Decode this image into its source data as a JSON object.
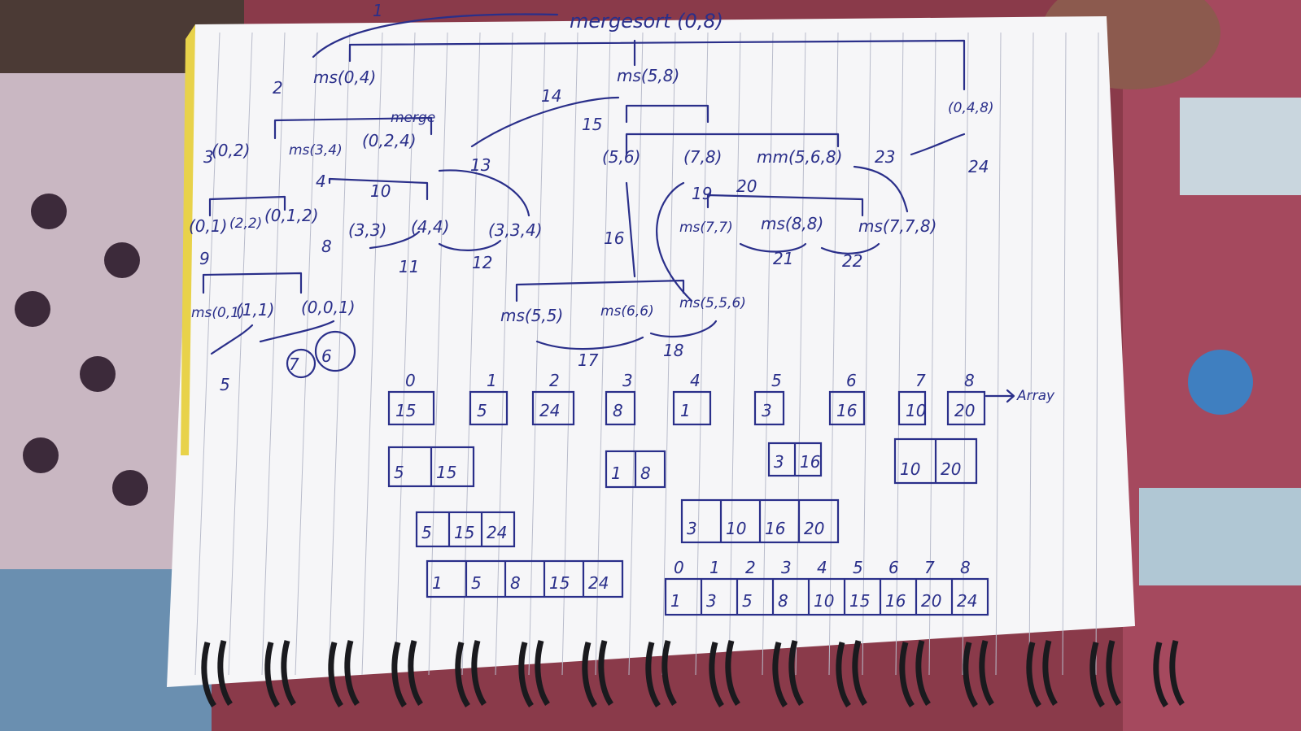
{
  "title": "mergesort (0,8)",
  "tree_labels": [
    "ms(0,4)",
    "ms(5,8)",
    "(0,4,8)",
    "merge",
    "(0,2)",
    "ms(3,4)",
    "(0,2,4)",
    "(0,1)",
    "(2,2)",
    "(0,1,2)",
    "(3,3)",
    "(4,4)",
    "(3,3,4)",
    "(5,6)",
    "(7,8)",
    "mm(5,6,8)",
    "ms(7,7)",
    "ms(8,8)",
    "ms(7,7,8)",
    "ms(0,1)",
    "(1,1)",
    "(0,0,1)",
    "ms(5,5)",
    "ms(6,6)",
    "ms(5,5,6)"
  ],
  "step_numbers": [
    "1",
    "2",
    "3",
    "4",
    "5",
    "6",
    "7",
    "8",
    "9",
    "10",
    "11",
    "12",
    "13",
    "14",
    "15",
    "16",
    "17",
    "18",
    "19",
    "20",
    "21",
    "22",
    "23",
    "24"
  ],
  "arrays": {
    "indices": [
      "0",
      "1",
      "2",
      "3",
      "4",
      "5",
      "6",
      "7",
      "8"
    ],
    "singles": [
      "15",
      "5",
      "24",
      "8",
      "1",
      "3",
      "16",
      "10",
      "20"
    ],
    "pair_a": [
      "5",
      "15"
    ],
    "pair_b": [
      "1",
      "8"
    ],
    "pair_c": [
      "3",
      "16"
    ],
    "pair_d": [
      "10",
      "20"
    ],
    "triple": [
      "5",
      "15",
      "24"
    ],
    "left_merged": [
      "1",
      "5",
      "8",
      "15",
      "24"
    ],
    "right_merged": [
      "3",
      "10",
      "16",
      "20"
    ],
    "final_indices": [
      "0",
      "1",
      "2",
      "3",
      "4",
      "5",
      "6",
      "7",
      "8"
    ],
    "final": [
      "1",
      "3",
      "5",
      "8",
      "10",
      "15",
      "16",
      "20",
      "24"
    ],
    "note": "Array"
  }
}
